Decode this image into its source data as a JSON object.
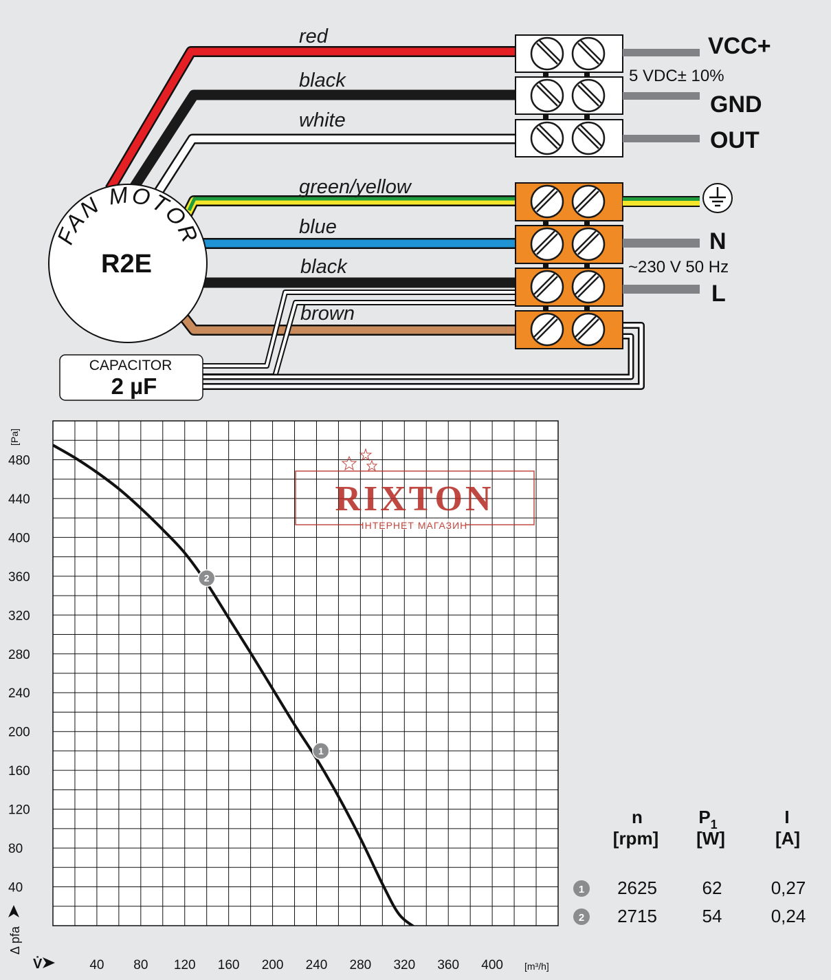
{
  "wiring": {
    "motor": {
      "line1": "FAN MOTOR",
      "model": "R2E"
    },
    "capacitor": {
      "label": "CAPACITOR",
      "value": "2 µF"
    },
    "wires": {
      "red": "red",
      "black_top": "black",
      "white": "white",
      "green_yellow": "green/yellow",
      "blue": "blue",
      "black_bottom": "black",
      "brown": "brown"
    },
    "terminals": {
      "vcc": "VCC+",
      "supply_dc": "5 VDC± 10%",
      "gnd": "GND",
      "out": "OUT",
      "n": "N",
      "supply_ac": "~230 V 50 Hz",
      "l": "L"
    },
    "colors": {
      "red": "#e42024",
      "black": "#1a1a1a",
      "white": "#ffffff",
      "green": "#1e9c3e",
      "yellow": "#f5e62b",
      "blue": "#1f93d3",
      "brown": "#c98a5c",
      "terminal_orange": "#f08a24",
      "terminal_white": "#ffffff",
      "lead_gray": "#808285"
    }
  },
  "watermark": {
    "text": "RIXTON",
    "subtext": "ІНТЕРНЕТ МАГАЗИН",
    "color": "#b52a22"
  },
  "chart_data": {
    "type": "line",
    "ylabel": "Δ pfa",
    "yunit": "[Pa]",
    "xlabel": "V̇",
    "xunit": "[m³/h]",
    "xlim": [
      0,
      460
    ],
    "ylim": [
      0,
      520
    ],
    "xticks": [
      40,
      80,
      120,
      160,
      200,
      240,
      280,
      320,
      360,
      400
    ],
    "yticks": [
      40,
      80,
      120,
      160,
      200,
      240,
      280,
      320,
      360,
      400,
      440,
      480
    ],
    "grid": true,
    "series": [
      {
        "values": [
          [
            0,
            495
          ],
          [
            20,
            482
          ],
          [
            40,
            467
          ],
          [
            60,
            450
          ],
          [
            80,
            430
          ],
          [
            100,
            408
          ],
          [
            120,
            384
          ],
          [
            140,
            353
          ],
          [
            160,
            317
          ],
          [
            180,
            281
          ],
          [
            200,
            244
          ],
          [
            220,
            207
          ],
          [
            240,
            172
          ],
          [
            260,
            133
          ],
          [
            280,
            90
          ],
          [
            300,
            43
          ],
          [
            315,
            12
          ],
          [
            330,
            -2
          ]
        ]
      }
    ],
    "points": [
      {
        "label": "1",
        "x": 244,
        "y": 180
      },
      {
        "label": "2",
        "x": 140,
        "y": 358
      }
    ]
  },
  "table": {
    "headers": [
      {
        "top": "n",
        "bottom": "[rpm]"
      },
      {
        "top": "P",
        "sub": "1",
        "bottom": "[W]"
      },
      {
        "top": "I",
        "bottom": "[A]"
      }
    ],
    "rows": [
      {
        "marker": "1",
        "n": "2625",
        "p": "62",
        "i": "0,27"
      },
      {
        "marker": "2",
        "n": "2715",
        "p": "54",
        "i": "0,24"
      }
    ]
  }
}
